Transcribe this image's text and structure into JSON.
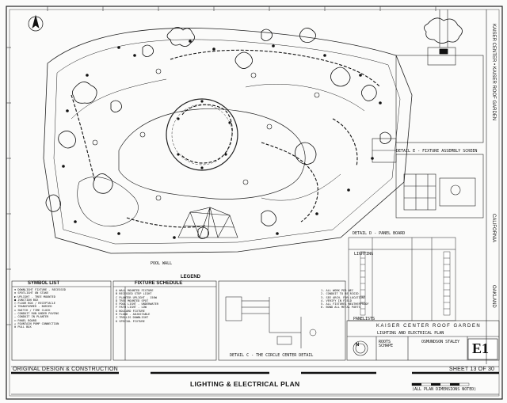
{
  "sheet": {
    "title": "LIGHTING & ELECTRICAL PLAN",
    "sheet_number": "SHEET 13 OF 30",
    "sheet_code": "E1",
    "original_design": "ORIGINAL DESIGN & CONSTRUCTION",
    "project_title_block": "KAISER CENTER ROOF GARDEN",
    "project_vertical": "KAISER CENTER • KAISER ROOF GARDEN",
    "city_vertical": "OAKLAND",
    "state_vertical": "CALIFORNIA",
    "project_sub": "LIGHTING AND ELECTRICAL PLAN",
    "firm_left": "ROOTS SCHAPE",
    "firm_right": "OSMUNDSON STALEY",
    "scale_text": "(ALL PLAN DIMENSIONS NOTED)",
    "north_arrow": "N"
  },
  "labels": {
    "symbol_list": "SYMBOL LIST",
    "fixture_schedule": "FIXTURE SCHEDULE",
    "legend": "LEGEND",
    "detail_d_panel": "DETAIL D - PANEL BOARD",
    "detail_c_circle": "DETAIL C - THE CIRCLE CENTER DETAIL",
    "panelists": "PANELISTS",
    "kaiser_center_roof_garden": "KAISER CENTER ROOF GARDEN",
    "pool_wall": "POOL WALL",
    "lighting": "LIGHTING",
    "detail_e": "DETAIL E - FIXTURE ASSEMBLY SCREEN"
  },
  "symbol_list_rows": [
    "⊕  DOWNLIGHT FIXTURE - RECESSED",
    "⊗  SPOTLIGHT ON STAKE",
    "◐  UPLIGHT - TREE MOUNTED",
    "●  JUNCTION BOX",
    "○  FLOOR BOX / RECEPTACLE",
    "⊘  TRANSFORMER - BURIED",
    "◇  SWITCH / TIME CLOCK",
    "—  CONDUIT RUN UNDER PAVING",
    "—  CONDUIT IN PLANTER",
    "▭  PANEL BOARD",
    "△  FOUNTAIN PUMP CONNECTION",
    "⊡  PULL BOX"
  ],
  "fixture_schedule_rows": [
    "A  WALL MOUNTED FIXTURE",
    "B  RECESSED STEP LIGHT",
    "C  PLANTER UPLIGHT - 150W",
    "D  TREE MOUNTED SPOT",
    "E  POOL LIGHT - UNDERWATER",
    "F  PATH LIGHT - LOW",
    "G  BOLLARD FIXTURE",
    "H  FLOOD - ADJUSTABLE",
    "J  TRELLIS DOWNLIGHT",
    "K  SPECIAL FIXTURE"
  ],
  "legend_rows": [
    "1. ALL WORK PER NEC",
    "2. CONDUIT TO BE RIGID",
    "3. SEE ARCH. FOR LOCATIONS",
    "4. VERIFY IN FIELD",
    "5. ALL FIXTURES WEATHERPROOF",
    "6. BOND ALL METAL PARTS"
  ]
}
